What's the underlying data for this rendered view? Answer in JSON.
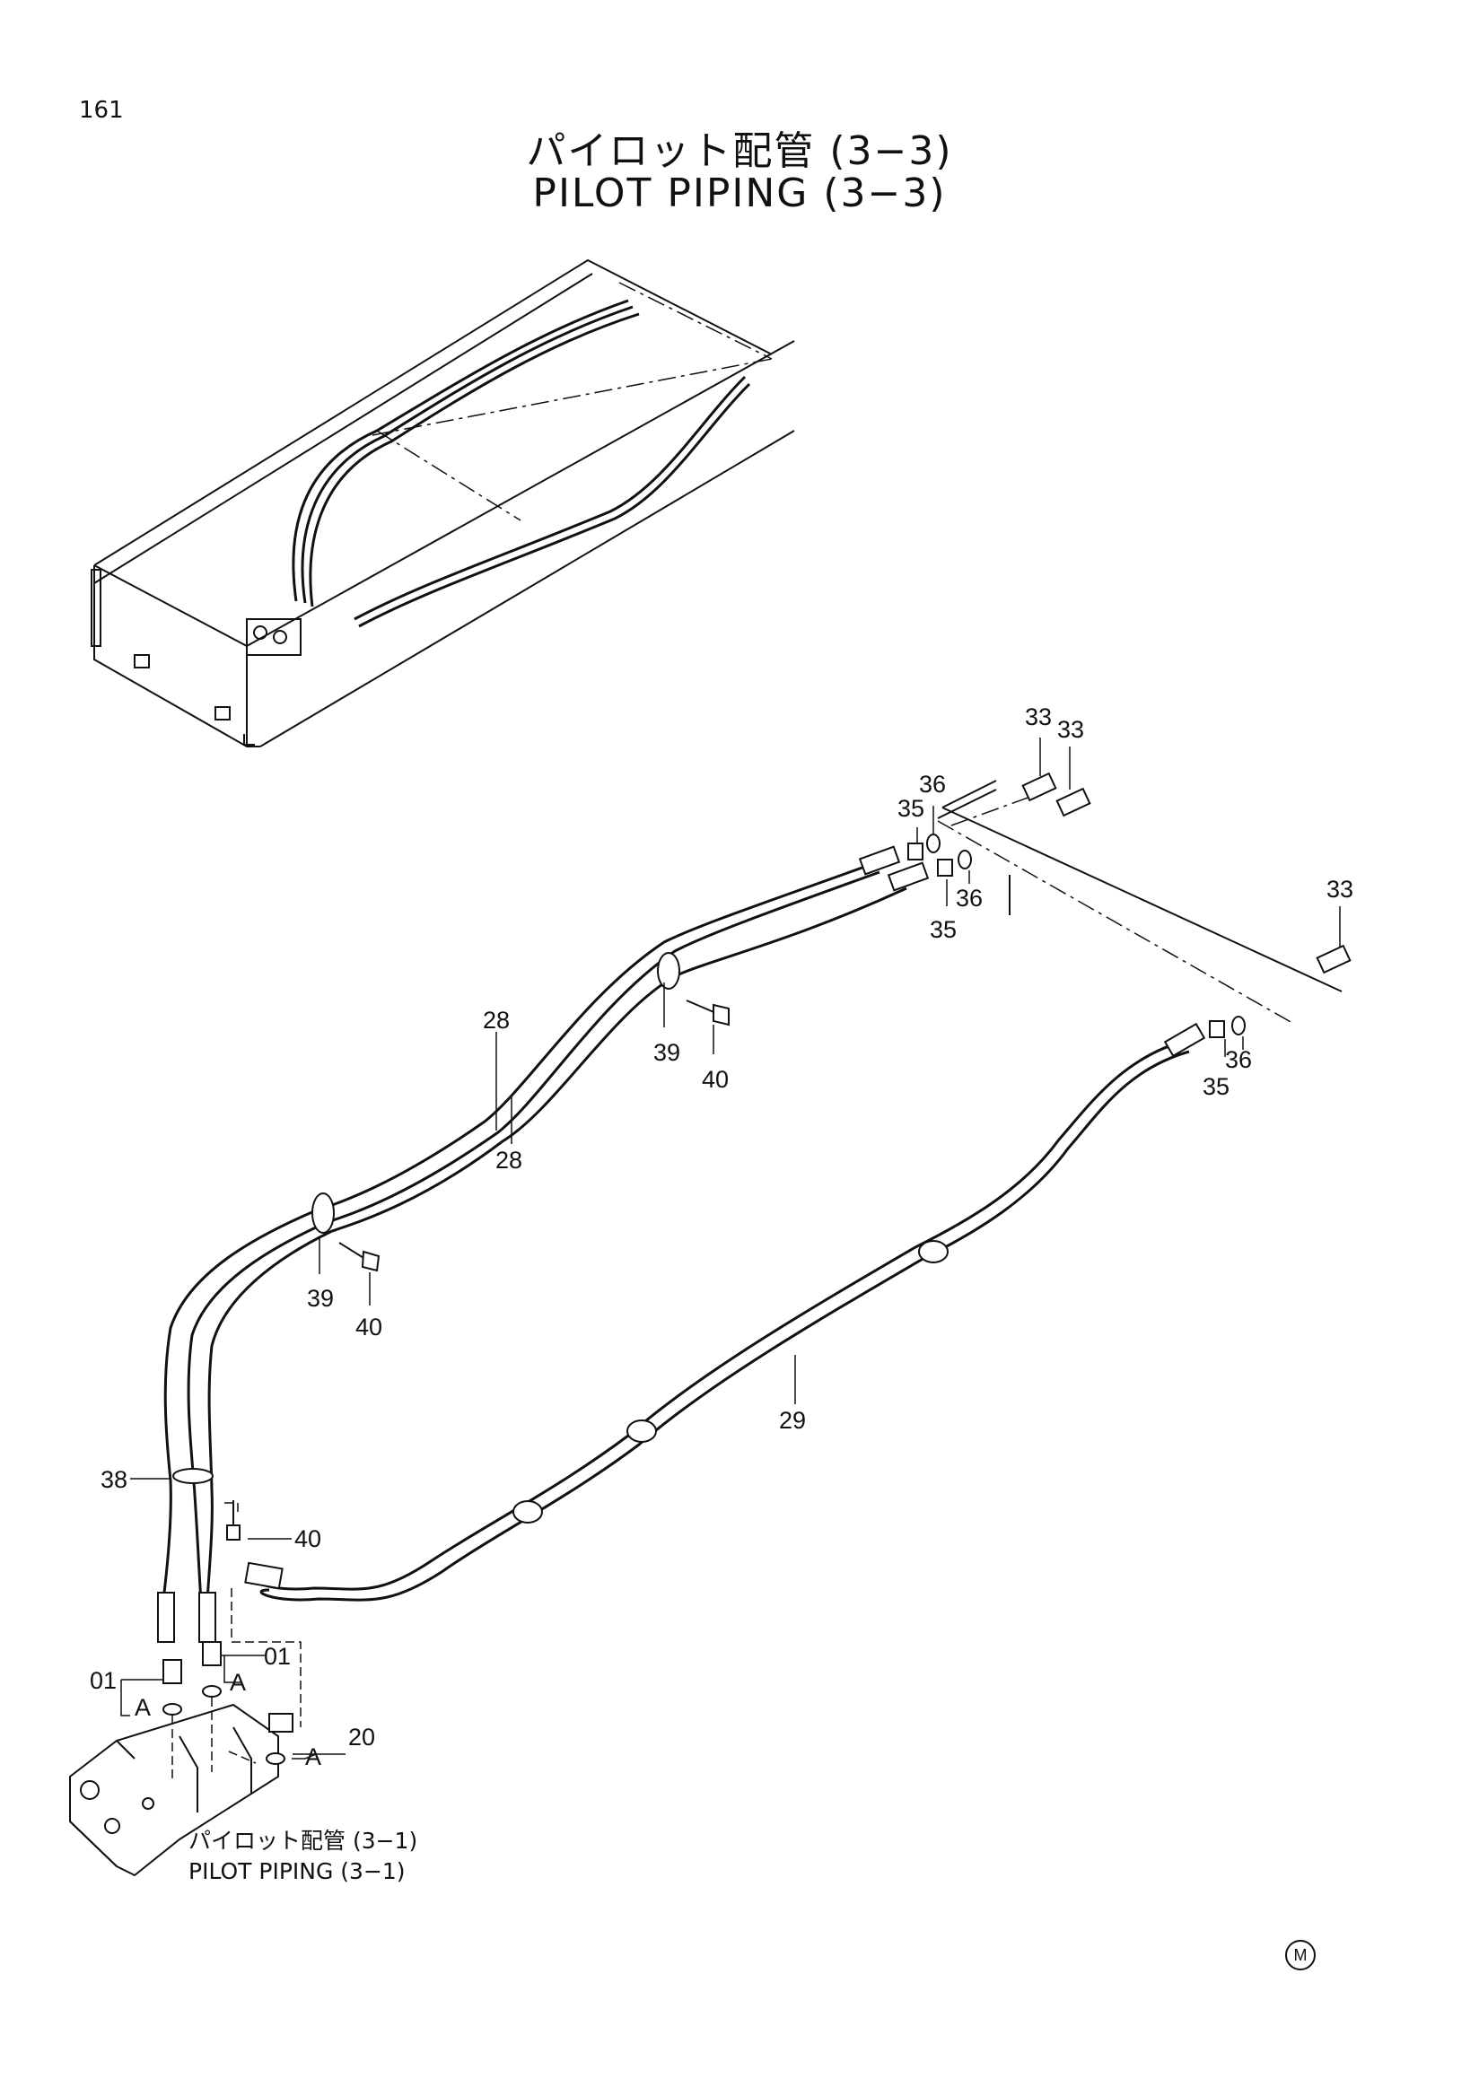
{
  "page_number": "161",
  "title_ja": "パイロット配管 (3−3)",
  "title_en": "PILOT PIPING (3−3)",
  "reference_ja": "パイロット配管 (3−1)",
  "reference_en": "PILOT PIPING (3−1)",
  "corner_mark": "M",
  "callouts": {
    "c33a": "33",
    "c33b": "33",
    "c33c": "33",
    "c36a": "36",
    "c36b": "36",
    "c36c": "36",
    "c35a": "35",
    "c35b": "35",
    "c35c": "35",
    "c28a": "28",
    "c28b": "28",
    "c39a": "39",
    "c39b": "39",
    "c40a": "40",
    "c40b": "40",
    "c40c": "40",
    "c29": "29",
    "c38": "38",
    "c01a": "01",
    "c01b": "01",
    "c20": "20",
    "cAa": "A",
    "cAb": "A",
    "cAc": "A"
  }
}
